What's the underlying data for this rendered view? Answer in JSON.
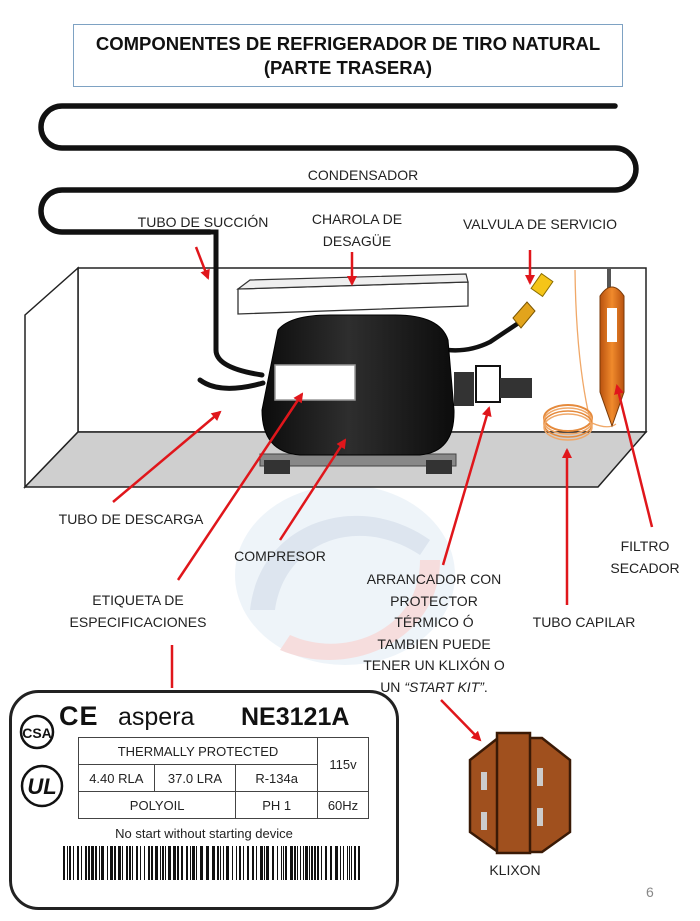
{
  "title": {
    "line1": "COMPONENTES DE REFRIGERADOR DE TIRO NATURAL",
    "line2": "(PARTE TRASERA)"
  },
  "labels": {
    "condensador": "CONDENSADOR",
    "tubo_succion": "TUBO DE SUCCIÓN",
    "charola_line1": "CHAROLA DE",
    "charola_line2": "DESAGÜE",
    "valvula": "VALVULA DE SERVICIO",
    "tubo_descarga": "TUBO DE DESCARGA",
    "compresor": "COMPRESOR",
    "filtro_line1": "FILTRO",
    "filtro_line2": "SECADOR",
    "etiqueta_line1": "ETIQUETA DE",
    "etiqueta_line2": "ESPECIFICACIONES",
    "arrancador_line1": "ARRANCADOR CON",
    "arrancador_line2": "PROTECTOR",
    "arrancador_line3": "TÉRMICO Ó",
    "arrancador_line4": "TAMBIEN PUEDE",
    "arrancador_line5": "TENER UN KLIXÓN O",
    "arrancador_line6_prefix": "UN ",
    "arrancador_line6_italic": "“START KIT”",
    "arrancador_line6_suffix": ".",
    "tubo_capilar": "TUBO CAPILAR",
    "klixon": "KLIXON"
  },
  "spec_label": {
    "ce": "CE",
    "brand": "aspera",
    "model": "NE3121A",
    "csa": "CSA",
    "ul": "UL",
    "thermally_protected": "THERMALLY  PROTECTED",
    "rla": "4.40 RLA",
    "lra": "37.0 LRA",
    "refrigerant": "R-134a",
    "voltage": "115v",
    "oil": "POLYOIL",
    "phase": "PH 1",
    "frequency": "60Hz",
    "no_start": "No start without starting device"
  },
  "page_number": "6",
  "colors": {
    "arrow": "#e0161b",
    "compressor": "#1a1a1a",
    "filter": "#e8761e",
    "capillary": "#f0a868",
    "klixon": "#a0501e",
    "title_border": "#7ea2c3"
  }
}
